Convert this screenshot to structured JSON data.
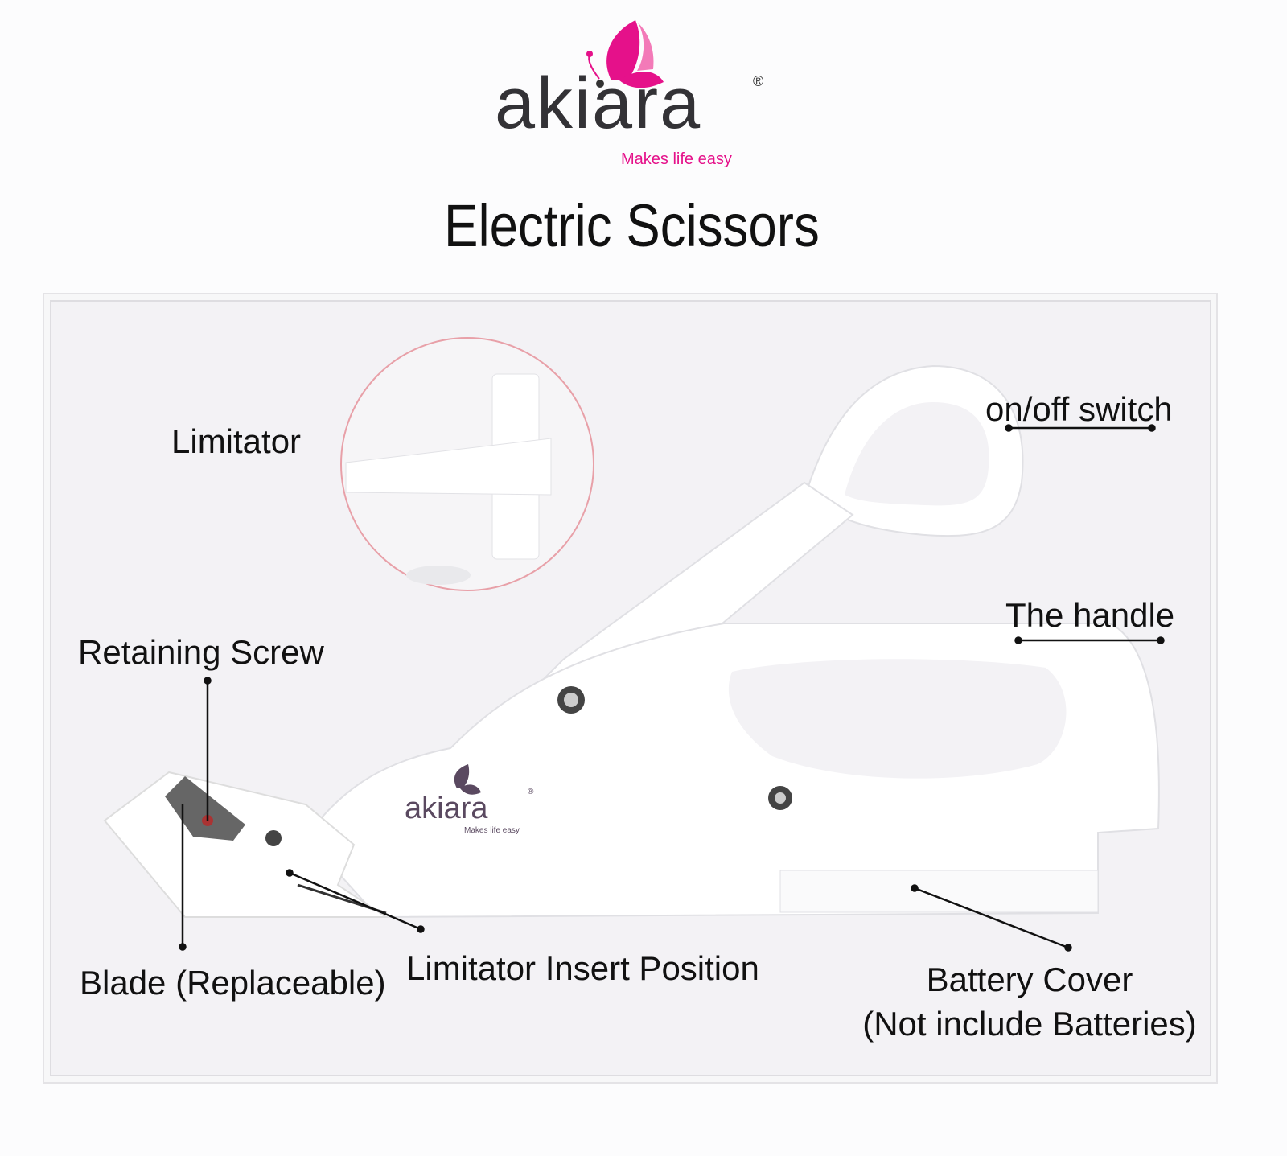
{
  "brand": {
    "name": "akiara",
    "tagline": "Makes life easy",
    "registered": "®",
    "accent_color": "#e5118a"
  },
  "title": "Electric Scissors",
  "labels": {
    "limitator": "Limitator",
    "on_off_switch": "on/off switch",
    "handle": "The handle",
    "retaining_screw": "Retaining Screw",
    "blade": "Blade (Replaceable)",
    "limitator_insert": "Limitator Insert Position",
    "battery_cover_line1": "Battery Cover",
    "battery_cover_line2": "(Not include Batteries)"
  },
  "product_logo": {
    "name": "akiara",
    "tagline": "Makes life easy",
    "registered": "®"
  }
}
